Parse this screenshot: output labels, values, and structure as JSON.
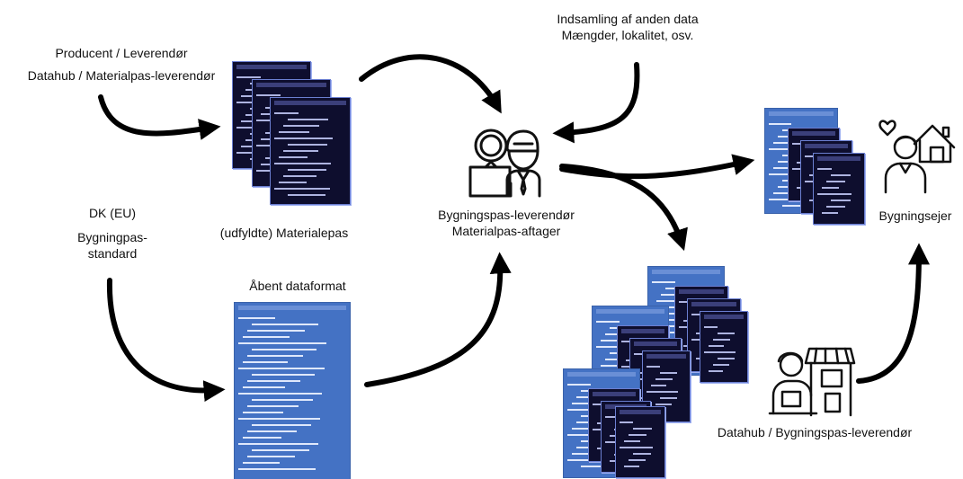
{
  "labels": {
    "producer_line1": "Producent / Leverendør",
    "producer_line2": "Datahub / Materialpas-leverendør",
    "standard_line1": "DK (EU)",
    "standard_line2": "Bygningpas-",
    "standard_line3": "standard",
    "materialepas": "(udfyldte) Materialepas",
    "open_format": "Åbent dataformat",
    "collection_line1": "Indsamling af anden data",
    "collection_line2": "Mængder, lokalitet, osv.",
    "supplier_line1": "Bygningspas-leverendør",
    "supplier_line2": "Materialpas-aftager",
    "owner": "Bygningsejer",
    "datahub": "Datahub / Bygningspas-leverendør"
  },
  "icons": {
    "supplier": "inspector-magnifier-icon",
    "owner": "homeowner-house-icon",
    "datahub": "shopkeeper-store-icon"
  },
  "colors": {
    "doc_dark": "#0e0e2e",
    "doc_blue": "#4472c4",
    "arrow": "#000000"
  }
}
